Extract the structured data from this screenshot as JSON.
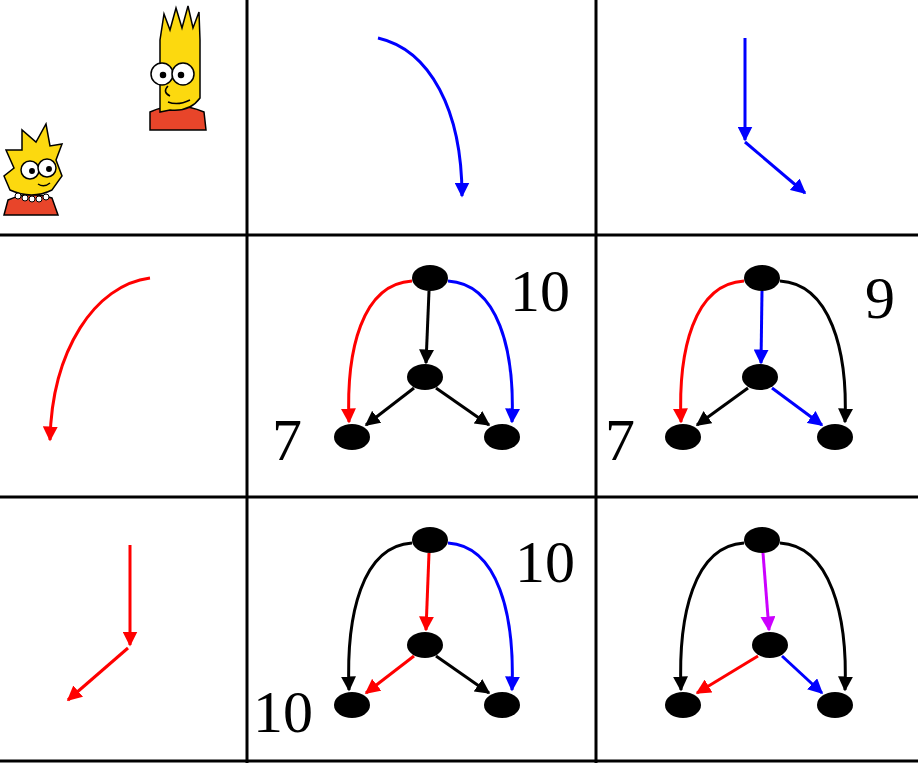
{
  "diagram": {
    "labels": [
      "10",
      "7",
      "9",
      "7",
      "10",
      "10"
    ]
  }
}
